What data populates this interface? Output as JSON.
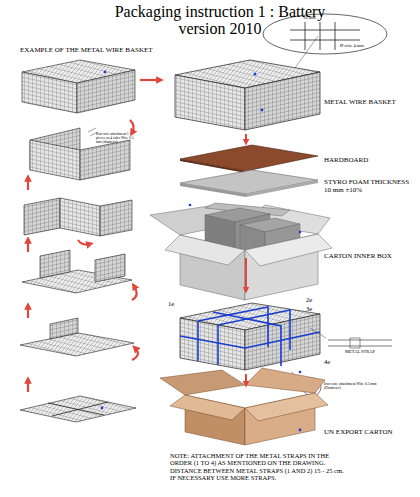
{
  "diagram": {
    "title": "Packaging instruction 1 : Battery version 2010",
    "labels": [
      "EXAMPLE OF THE METAL WIRE BASKET",
      "Iron wire attachment 5 pieces on 4 sides Wire 0.5 mm (diameter)",
      "10 mm",
      "Ø wire 4 mm",
      "METAL WIRE BASKET",
      "HARDBOARD",
      "STYRO FOAM THICKNESS 10 mm ±10%",
      "CARTON INNER BOX",
      "1e",
      "2e",
      "3e",
      "METAL STRAP",
      "4e",
      "Iron wire attachment Wire 0.5 mm (Diameter)",
      "UN EXPORT CARTON",
      "NOTE: ATTACHMENT OF THE METAL STRAPS IN THE ORDER (1 TO 4) AS MENTIONED ON THE DRAWING. DISTANCE BETWEEN METAL STRAPS (1 AND 2) 15 - 25 cm. IF NECESSARY USE MORE STRAPS."
    ]
  }
}
